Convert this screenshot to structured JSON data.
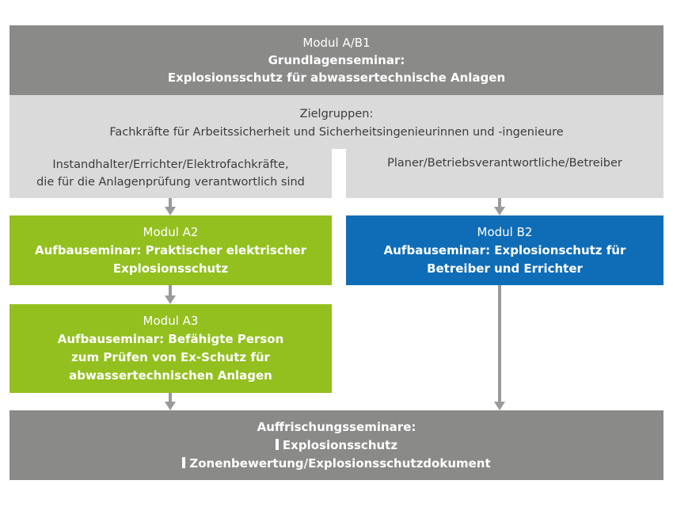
{
  "modul_ab1": {
    "title": "Modul A/B1",
    "subtitle": "Grundlagenseminar:",
    "name": "Explosionsschutz für abwassertechnische Anlagen"
  },
  "zielgruppen": {
    "heading": "Zielgruppen:",
    "common": "Fachkräfte für Arbeitssicherheit und Sicherheitsingenieurinnen und -ingenieure",
    "left_line1": "Instandhalter/Errichter/Elektrofachkräfte,",
    "left_line2": "die für die Anlagenprüfung verantwortlich sind",
    "right": "Planer/Betriebsverantwortliche/Betreiber"
  },
  "modul_a2": {
    "title": "Modul A2",
    "line1": "Aufbauseminar: Praktischer elektrischer",
    "line2": "Explosionsschutz"
  },
  "modul_b2": {
    "title": "Modul B2",
    "line1": "Aufbauseminar: Explosionschutz für",
    "line2": "Betreiber und Errichter"
  },
  "modul_a3": {
    "title": "Modul A3",
    "line1": "Aufbauseminar: Befähigte Person",
    "line2": "zum Prüfen von Ex-Schutz für",
    "line3": "abwassertechnischen Anlagen"
  },
  "auffrischung": {
    "heading": "Auffrischungsseminare:",
    "items": [
      "Explosionsschutz",
      "Zonenbewertung/Explosionsschutzdokument"
    ]
  },
  "colors": {
    "dark_gray": "#8a8a89",
    "light_gray": "#dadada",
    "green": "#93c01f",
    "blue": "#0f6db8",
    "arrow": "#9a9a9a"
  }
}
